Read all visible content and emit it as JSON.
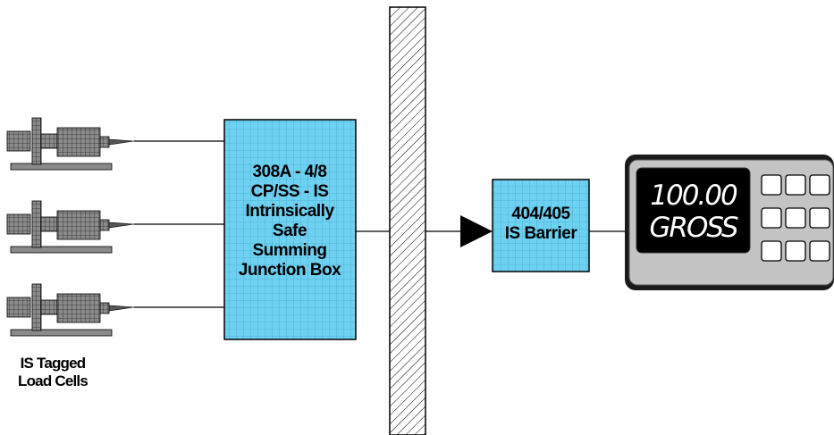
{
  "junction_box": {
    "lines": [
      "308A - 4/8",
      "CP/SS - IS",
      "Intrinsically",
      "Safe",
      "Summing",
      "Junction Box"
    ]
  },
  "barrier": {
    "lines": [
      "404/405",
      "IS Barrier"
    ]
  },
  "load_cells": {
    "label_lines": [
      "IS Tagged",
      "Load Cells"
    ],
    "count": 3
  },
  "indicator": {
    "display_value": "100.00",
    "display_mode": "GROSS",
    "key_count": 9
  },
  "colors": {
    "box_fill": "#6fd1f1",
    "grid": "#2e9fc8",
    "display_bg": "#000000",
    "panel": "#c4c4c4",
    "outline": "#000000"
  }
}
